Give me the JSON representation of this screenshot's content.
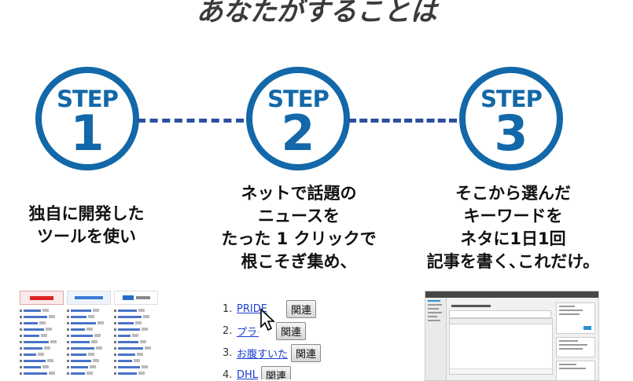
{
  "title": "あなたがすることは",
  "steps": [
    {
      "label": "STEP",
      "number": "1",
      "lines": [
        "独自に開発した",
        "ツールを使い"
      ]
    },
    {
      "label": "STEP",
      "number": "2",
      "lines": [
        "ネットで話題の",
        "ニュースを",
        "たった 1 クリックで",
        "根こそぎ集め、"
      ]
    },
    {
      "label": "STEP",
      "number": "3",
      "lines": [
        "そこから選んだ",
        "キーワードを",
        "ネタに1日1回",
        "記事を書く､これだけ。"
      ]
    }
  ],
  "keyword_list": [
    {
      "num": "1.",
      "link": "PRIDE",
      "button": "関連"
    },
    {
      "num": "2.",
      "link": "プライド",
      "button": "関連"
    },
    {
      "num": "3.",
      "link": "お腹すいた",
      "button": "関連"
    },
    {
      "num": "4.",
      "link": "DHL",
      "button": "関連"
    }
  ],
  "colors": {
    "accent": "#1268a8",
    "dash": "#2a4f9e",
    "link": "#1a3fd0"
  }
}
